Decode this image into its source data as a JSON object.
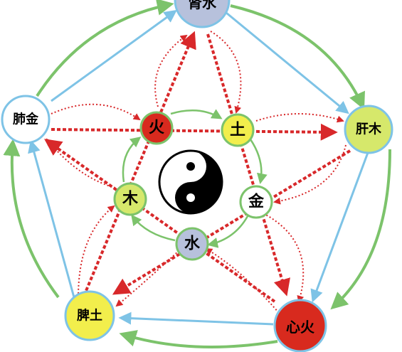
{
  "outer_nodes": {
    "kidney": {
      "label": "肾水"
    },
    "liver": {
      "label": "肝木"
    },
    "heart": {
      "label": "心火"
    },
    "spleen": {
      "label": "脾土"
    },
    "lung": {
      "label": "肺金"
    }
  },
  "inner_nodes": {
    "fire": {
      "label": "火"
    },
    "earth": {
      "label": "土"
    },
    "metal": {
      "label": "金"
    },
    "water": {
      "label": "水"
    },
    "wood": {
      "label": "木"
    }
  },
  "center": {
    "icon": "yin-yang-icon"
  },
  "colors": {
    "green_arrow": "#7cc36b",
    "blue_arrow": "#7ec3e6",
    "red_dotted": "#d8282a",
    "kidney_fill": "#b7c1dc",
    "liver_fill": "#d6e86b",
    "heart_fill": "#d82a1e",
    "spleen_fill": "#f2ee4c",
    "lung_fill": "#ffffff",
    "fire_fill": "#d82a1e",
    "earth_fill": "#f2ee4c",
    "metal_fill": "#ffffff",
    "water_fill": "#b7c1dc",
    "wood_fill": "#d6e86b"
  }
}
